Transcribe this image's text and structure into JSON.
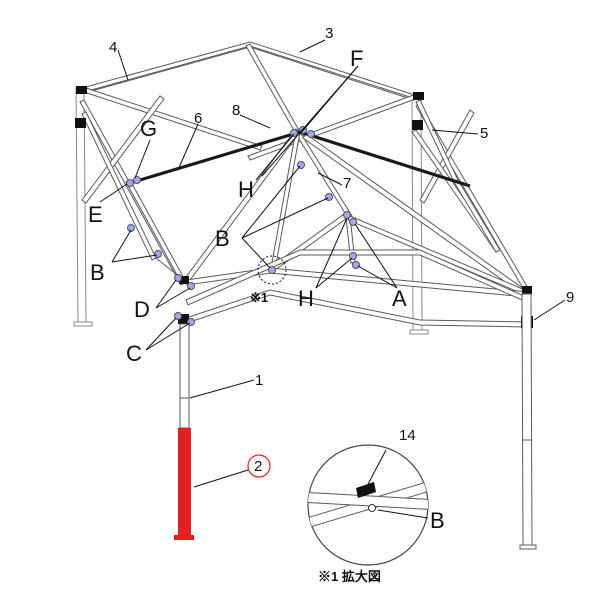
{
  "part_labels": {
    "p1": "1",
    "p2": "2",
    "p3": "3",
    "p4": "4",
    "p5": "5",
    "p6": "6",
    "p7": "7",
    "p8": "8",
    "p9": "9",
    "p14": "14"
  },
  "joint_labels": {
    "A": "A",
    "B_left": "B",
    "B_center": "B",
    "B_detail": "B",
    "C": "C",
    "D": "D",
    "E": "E",
    "F": "F",
    "G": "G",
    "H_upper": "H",
    "H_lower": "H"
  },
  "markers": {
    "detail_ref": "※1",
    "detail_caption": "※1 拡大図"
  },
  "colors": {
    "highlight": "#e41f1f",
    "frame": "#5a5a5a",
    "joint": "#a9a9d6",
    "rafter": "#1a1a1a"
  }
}
